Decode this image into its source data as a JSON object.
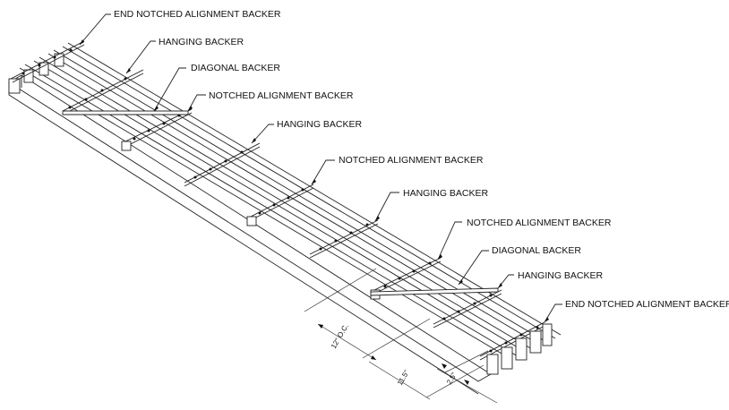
{
  "diagram": {
    "title": "",
    "labels": [
      {
        "id": "end-notched-alignment-backer-1",
        "text": "END NOTCHED ALIGNMENT BACKER"
      },
      {
        "id": "hanging-backer-1",
        "text": "HANGING BACKER"
      },
      {
        "id": "diagonal-backer-1",
        "text": "DIAGONAL BACKER"
      },
      {
        "id": "notched-alignment-backer-1",
        "text": "NOTCHED ALIGNMENT BACKER"
      },
      {
        "id": "hanging-backer-2",
        "text": "HANGING BACKER"
      },
      {
        "id": "notched-alignment-backer-2",
        "text": "NOTCHED ALIGNMENT BACKER"
      },
      {
        "id": "hanging-backer-3",
        "text": "HANGING BACKER"
      },
      {
        "id": "notched-alignment-backer-3",
        "text": "NOTCHED ALIGNMENT BACKER"
      },
      {
        "id": "diagonal-backer-2",
        "text": "DIAGONAL BACKER"
      },
      {
        "id": "hanging-backer-4",
        "text": "HANGING BACKER"
      },
      {
        "id": "end-notched-alignment-backer-2",
        "text": "END NOTCHED ALIGNMENT BACKER"
      }
    ],
    "dimensions": {
      "spacing": "12\" O.C.",
      "width": "11.5\"",
      "thickness": "2.5\""
    },
    "components": {
      "stringer_count": 4,
      "backers": [
        "end-notched-alignment",
        "hanging",
        "diagonal",
        "notched-alignment",
        "hanging",
        "notched-alignment",
        "hanging",
        "notched-alignment",
        "diagonal",
        "hanging",
        "end-notched-alignment"
      ]
    }
  }
}
